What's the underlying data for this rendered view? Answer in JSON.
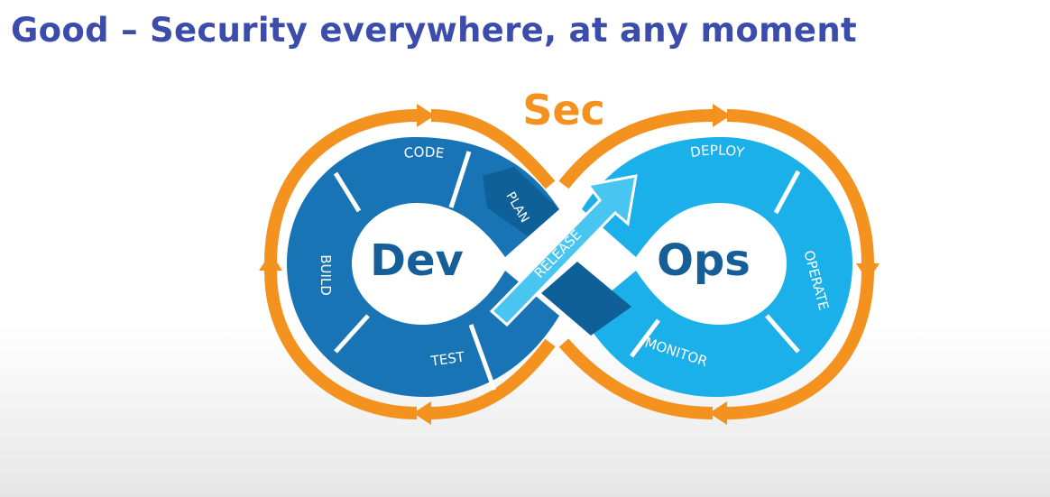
{
  "title": "Good – Security everywhere, at any moment",
  "diagram": {
    "sec_label": "Sec",
    "dev_label": "Dev",
    "ops_label": "Ops",
    "stages": {
      "code": "CODE",
      "plan": "PLAN",
      "build": "BUILD",
      "test": "TEST",
      "release": "RELEASE",
      "deploy": "DEPLOY",
      "operate": "OPERATE",
      "monitor": "MONITOR"
    },
    "colors": {
      "title": "#3b4cab",
      "sec_orange": "#f4921f",
      "dev_blue": "#1874b4",
      "dev_dark": "#0f5f98",
      "ops_blue": "#1bb0ea",
      "ops_light": "#48c6f1",
      "stage_text": "#ffffff",
      "center_text": "#155e98"
    }
  }
}
